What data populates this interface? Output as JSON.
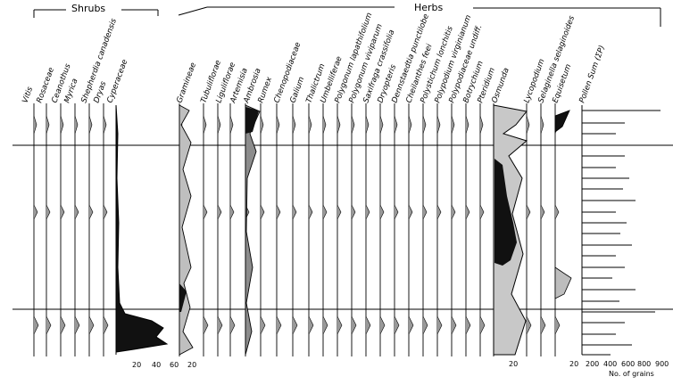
{
  "groups": {
    "shrubs": "Shrubs",
    "herbs": "Herbs"
  },
  "taxa": [
    "Vitis",
    "Rosaceae",
    "Ceanothus",
    "Myrica",
    "Shepherdia canadensis",
    "Dryas",
    "Cyperaceae",
    "Gramineae",
    "Tubuliflorae",
    "Liguliflorae",
    "Artemisia",
    "Ambrosia",
    "Rumex",
    "Chenopodiaceae",
    "Galium",
    "Thalictrum",
    "Umbelliferae",
    "Polygonum lapathifolium",
    "Polygonum viviparum",
    "Saxifraga crassifolia",
    "Dryopteris",
    "Dennstaedtia punctilobe",
    "Cheilanthes feei",
    "Polystichum lonchitis",
    "Polypodium virginianum",
    "Polypodiaceae undiff.",
    "Botrychium",
    "Pteridium",
    "Osmunda",
    "Lycopodium",
    "Selaginella selaginoides",
    "Equisetum",
    "Pollen Sum (ΣP)"
  ],
  "axis_ticks": {
    "cyperaceae": [
      "20",
      "40",
      "60"
    ],
    "gramineae": [
      "20"
    ],
    "osmunda": [
      "20"
    ],
    "equisetum": [
      "20"
    ],
    "pollen_sum": [
      "200",
      "400",
      "600",
      "800",
      "900"
    ]
  },
  "pollen_sum_axis_label": "No. of grains"
}
